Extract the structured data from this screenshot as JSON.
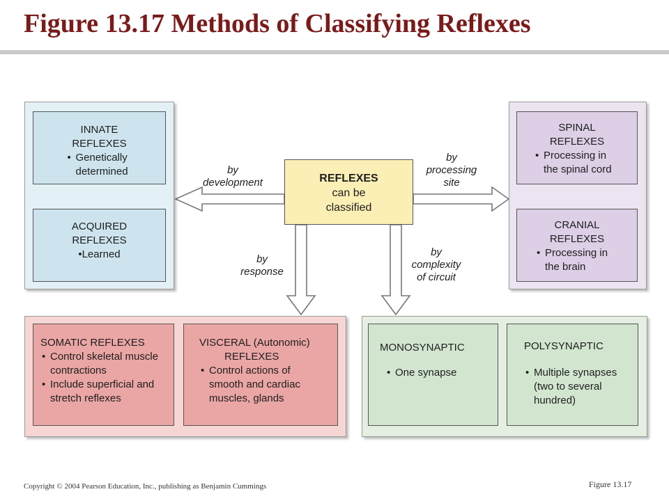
{
  "title": "Figure 13.17  Methods of Classifying Reflexes",
  "colors": {
    "title": "#7a1a1a",
    "blue_panel": "#e3f0f5",
    "blue_card": "#cde4ee",
    "purple_panel": "#ece4f0",
    "purple_card": "#dccfe6",
    "red_panel": "#f6d6d4",
    "red_card": "#eaa6a4",
    "green_panel": "#e4efe2",
    "green_card": "#d2e6cf",
    "center_card": "#fbefb5"
  },
  "center": {
    "line1": "REFLEXES",
    "line2": "can be",
    "line3": "classified"
  },
  "edges": {
    "development": [
      "by",
      "development"
    ],
    "processing_site": [
      "by",
      "processing",
      "site"
    ],
    "response": [
      "by",
      "response"
    ],
    "complexity": [
      "by",
      "complexity",
      "of circuit"
    ]
  },
  "cards": {
    "innate": {
      "title": [
        "INNATE",
        "REFLEXES"
      ],
      "bullets": [
        "Genetically determined"
      ]
    },
    "acquired": {
      "title": [
        "ACQUIRED",
        "REFLEXES"
      ],
      "bullets": [
        "Learned"
      ]
    },
    "spinal": {
      "title": [
        "SPINAL",
        "REFLEXES"
      ],
      "bullets": [
        "Processing in the spinal cord"
      ]
    },
    "cranial": {
      "title": [
        "CRANIAL",
        "REFLEXES"
      ],
      "bullets": [
        "Processing in the brain"
      ]
    },
    "somatic": {
      "title": [
        "SOMATIC REFLEXES"
      ],
      "bullets": [
        "Control skeletal muscle contractions",
        "Include superficial and stretch reflexes"
      ]
    },
    "visceral": {
      "title": [
        "VISCERAL (Autonomic)",
        "REFLEXES"
      ],
      "bullets": [
        "Control actions of smooth and cardiac muscles, glands"
      ]
    },
    "monosynaptic": {
      "title": [
        "MONOSYNAPTIC"
      ],
      "bullets": [
        "One synapse"
      ]
    },
    "polysynaptic": {
      "title": [
        "POLYSYNAPTIC"
      ],
      "bullets": [
        "Multiple synapses (two to several hundred)"
      ]
    }
  },
  "footer": {
    "copyright": "Copyright © 2004 Pearson Education, Inc., publishing as Benjamin Cummings",
    "figure_label": "Figure 13.17"
  }
}
